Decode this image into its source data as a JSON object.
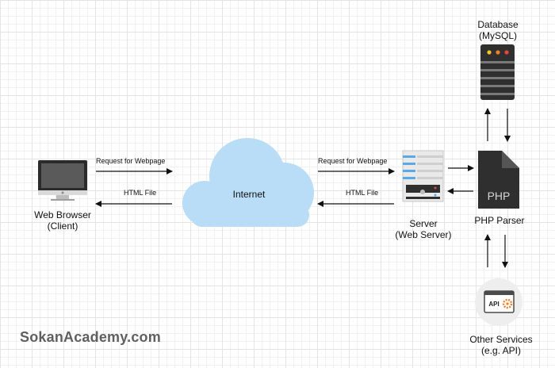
{
  "nodes": {
    "web_browser": {
      "line1": "Web Browser",
      "line2": "(Client)"
    },
    "internet": {
      "label": "Internet"
    },
    "server": {
      "line1": "Server",
      "line2": "(Web Server)"
    },
    "php_parser": {
      "label": "PHP Parser",
      "icon_text": "PHP"
    },
    "database": {
      "line1": "Database",
      "line2": "(MySQL)"
    },
    "other_services": {
      "line1": "Other Services",
      "line2": "(e.g. API)",
      "icon_text": "API"
    }
  },
  "edges": {
    "request_left": "Request for Webpage",
    "response_left": "HTML File",
    "request_right": "Request for Webpage",
    "response_right": "HTML File"
  },
  "brand": "SokanAcademy.com",
  "colors": {
    "cloud": "#b9dcf7",
    "dark": "#2f2f2f",
    "server_stripe": "#5aa9e6",
    "led_red": "#e8453c",
    "led_yellow": "#f3c623",
    "led_orange": "#f07f27"
  }
}
